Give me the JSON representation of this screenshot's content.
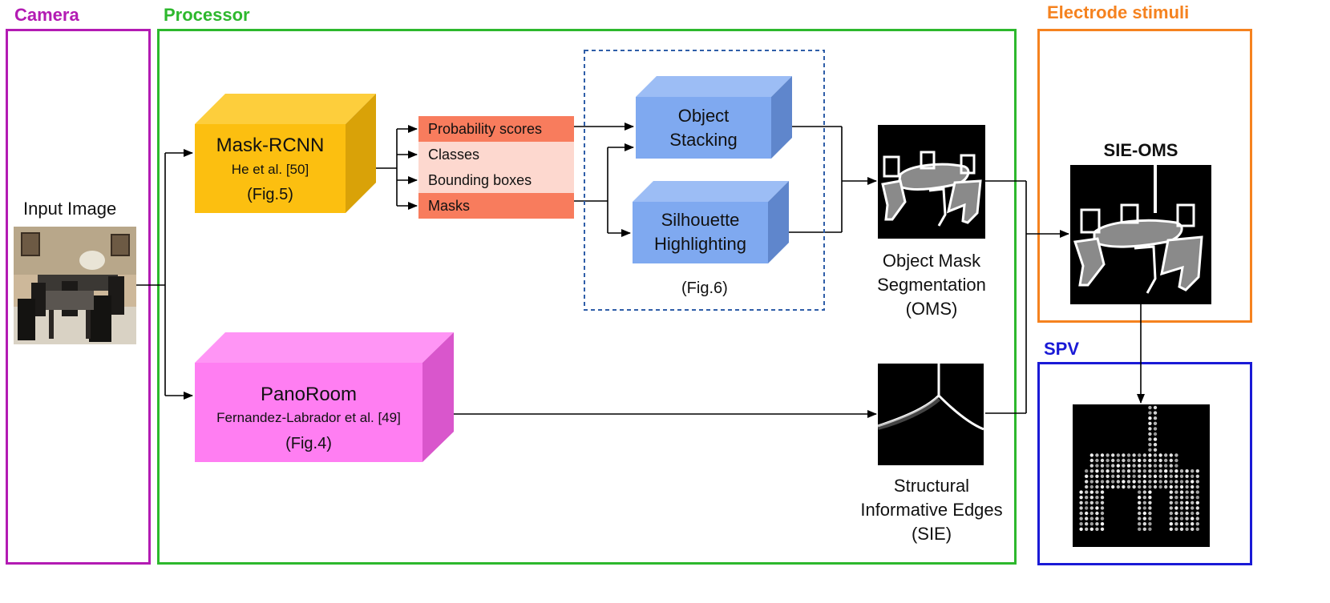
{
  "sections": {
    "camera": "Camera",
    "processor": "Processor",
    "electrode": "Electrode stimuli",
    "spv": "SPV"
  },
  "input_image_label": "Input Image",
  "mask_rcnn": {
    "title": "Mask-RCNN",
    "citation": "He et al. [50]",
    "fig": "(Fig.5)"
  },
  "panoroom": {
    "title": "PanoRoom",
    "citation": "Fernandez-Labrador et al. [49]",
    "fig": "(Fig.4)"
  },
  "outputs": [
    "Probability scores",
    "Classes",
    "Bounding boxes",
    "Masks"
  ],
  "object_stacking": {
    "line1": "Object",
    "line2": "Stacking"
  },
  "silhouette": {
    "line1": "Silhouette",
    "line2": "Highlighting"
  },
  "fig6": "(Fig.6)",
  "oms": {
    "line1": "Object Mask",
    "line2": "Segmentation",
    "line3": "(OMS)"
  },
  "sie": {
    "line1": "Structural",
    "line2": "Informative Edges",
    "line3": "(SIE)"
  },
  "sie_oms": "SIE-OMS",
  "colors": {
    "camera": "#b31bb3",
    "processor": "#2db82d",
    "electrode": "#f5821f",
    "spv": "#1a1ad6",
    "mask_rcnn_front": "#fcbf10",
    "panoroom_front": "#ff7ef2",
    "blue_box": "#7fa9f0",
    "dark_row": "#f87c5d",
    "light_row": "#fdd8cf"
  }
}
